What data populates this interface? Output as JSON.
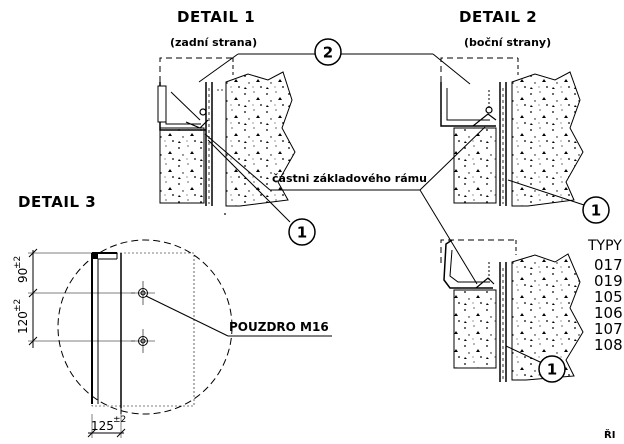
{
  "details": {
    "d1_title": "DETAIL 1",
    "d1_sub": "(zadní strana)",
    "d2_title": "DETAIL 2",
    "d2_sub": "(boční strany)",
    "d3_title": "DETAIL 3"
  },
  "callouts": {
    "top": "2",
    "d1": "1",
    "d2": "1",
    "d4": "1"
  },
  "labels": {
    "frame_part": "částni základového rámu",
    "bushing": "POUZDRO M16"
  },
  "dimensions": {
    "dim_90": "90",
    "dim_90_tol": "±2",
    "dim_120": "120",
    "dim_120_tol": "±2",
    "dim_125": "125",
    "dim_125_tol": "±2"
  },
  "types": {
    "header": "TYPY",
    "items": [
      "017",
      "019",
      "105",
      "106",
      "107",
      "108"
    ]
  },
  "footer_fragment": "ŘI"
}
